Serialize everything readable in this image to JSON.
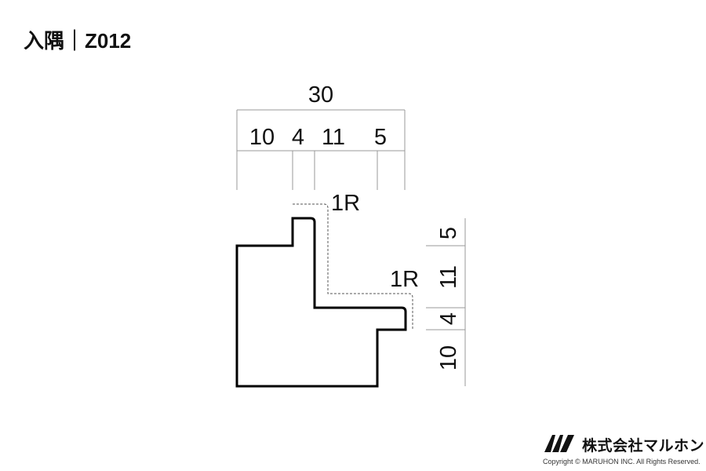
{
  "title": "入隅｜Z012",
  "dimensions": {
    "total_width": "30",
    "width_segments": [
      "10",
      "4",
      "11",
      "5"
    ],
    "height_segments": [
      "5",
      "11",
      "4",
      "10"
    ],
    "radius_top": "1R",
    "radius_right": "1R"
  },
  "footer": {
    "company": "株式会社マルホン",
    "copyright": "Copyright © MARUHON INC. All Rights Reserved."
  }
}
